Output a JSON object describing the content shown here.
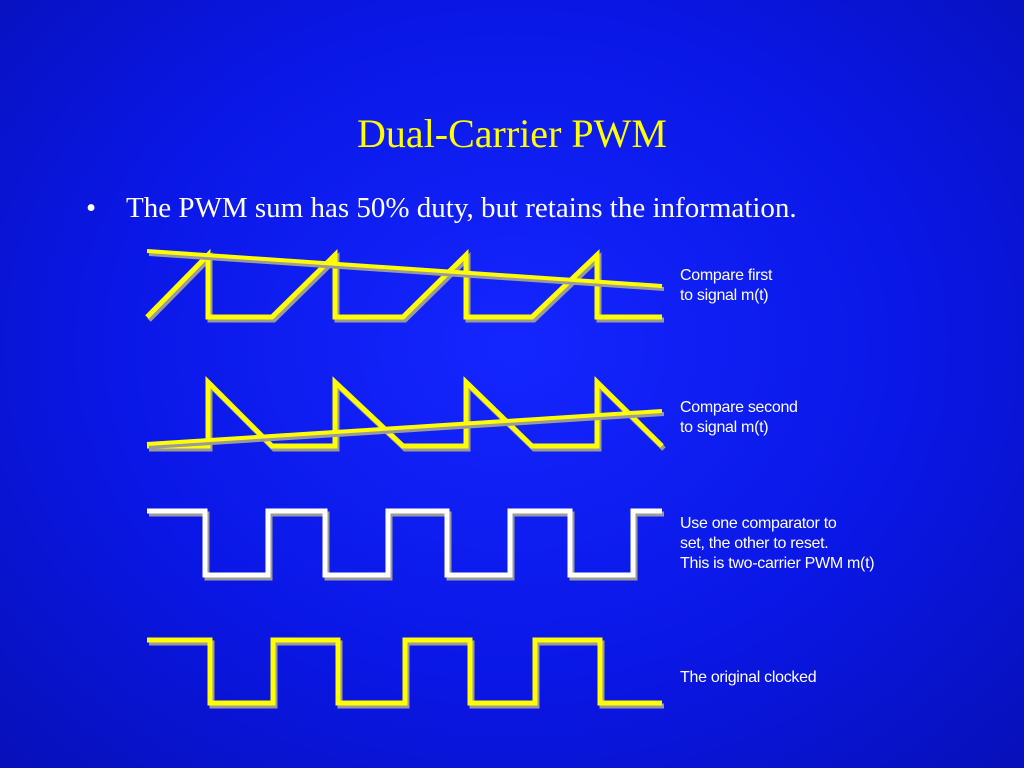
{
  "slide": {
    "title": "Dual-Carrier PWM",
    "bullet": "The PWM sum has 50% duty, but retains the information.",
    "bullet_symbol": "•"
  },
  "waveforms": [
    {
      "name": "compare-first",
      "label": "Compare first\nto signal m(t)",
      "color": "#ffff00"
    },
    {
      "name": "compare-second",
      "label": "Compare second\nto signal m(t)",
      "color": "#ffff00"
    },
    {
      "name": "two-carrier-pwm",
      "label": "Use one comparator to\nset, the other to reset.\nThis is two-carrier PWM m(t)",
      "color": "#ffffff"
    },
    {
      "name": "original-clocked",
      "label": "The original clocked",
      "color": "#ffff00"
    }
  ],
  "colors": {
    "background": "#0a17e6",
    "title": "#ffff00",
    "text": "#ffffff",
    "shadow": "#9a9a9a"
  }
}
